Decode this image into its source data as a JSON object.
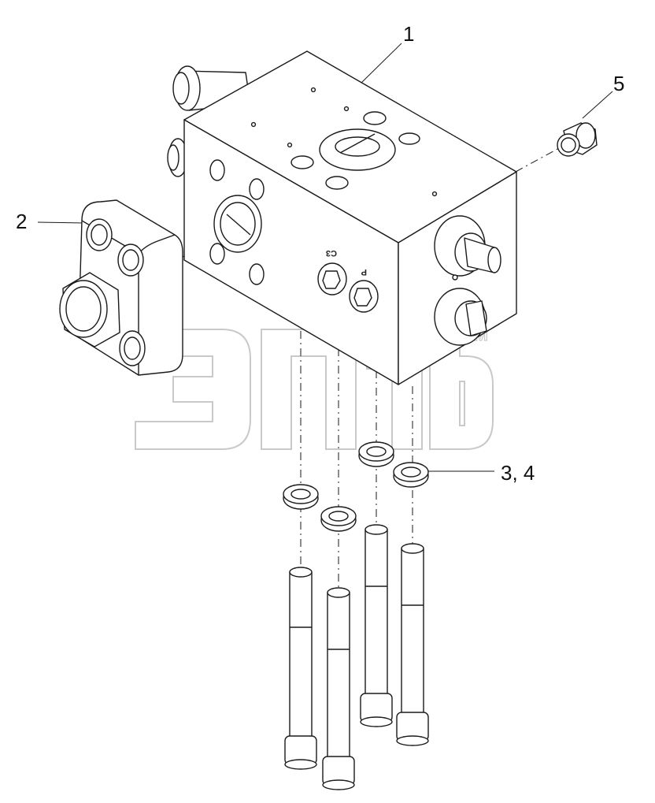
{
  "callouts": {
    "part_1": "1",
    "part_2": "2",
    "parts_3_4": "3, 4",
    "part_5": "5"
  },
  "port_labels": {
    "port_a": "C3",
    "port_b": "P"
  },
  "watermark": {
    "trademark": "TM"
  },
  "colors": {
    "line": "#1a1a1a",
    "fill": "#ffffff",
    "watermark_outline": "#c9c9c9"
  }
}
